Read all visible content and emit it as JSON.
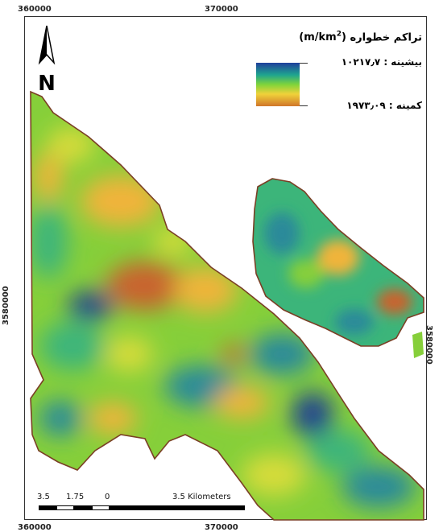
{
  "map": {
    "coords": {
      "top_left": "360000",
      "top_mid": "370000",
      "bottom_left": "360000",
      "bottom_mid": "370000",
      "left_side": "3580000",
      "right_side": "3580000"
    },
    "legend": {
      "title": "تراکم خطواره",
      "unit": "(m/km",
      "unit_sup": "2",
      "unit_close": ")",
      "max_label": "بیشینه : ۱۰۲۱۷٫۷",
      "min_label": "کمینه : ۱۹۷۳٫۰۹",
      "colors": {
        "high": "#1f3f9c",
        "mid_high": "#1fa58f",
        "mid": "#7fd43a",
        "mid_low": "#f0d23a",
        "low": "#d0762a"
      }
    },
    "north_arrow": {
      "letter": "N"
    },
    "scalebar": {
      "labels": [
        "3.5",
        "1.75",
        "0",
        "3.5 Kilometers"
      ]
    },
    "surface_colors": {
      "very_high": "#24448f",
      "high": "#2c8a9a",
      "upper_mid": "#3cb57a",
      "mid": "#86cf3a",
      "lower_mid": "#d7dc3b",
      "low": "#f0b43a",
      "very_low": "#c9642e",
      "boundary": "#7a3f25"
    }
  }
}
